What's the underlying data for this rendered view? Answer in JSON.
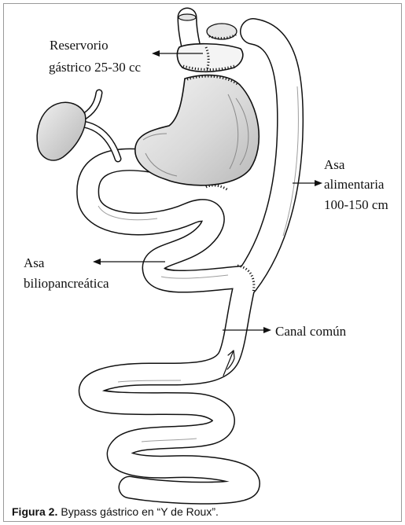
{
  "figure": {
    "labels": {
      "reservoir": {
        "line1": "Reservorio",
        "line2": "gástrico 25-30 cc"
      },
      "alimentary_limb": {
        "line1": "Asa",
        "line2": "alimentaria",
        "line3": "100-150 cm"
      },
      "biliopancreatic_limb": {
        "line1": "Asa",
        "line2": "biliopancreática"
      },
      "common_channel": {
        "line1": "Canal común"
      }
    },
    "caption": {
      "label": "Figura 2.",
      "text": "Bypass gástrico en “Y de Roux”."
    }
  },
  "colors": {
    "ink": "#111111",
    "frame": "#9a9a9a",
    "shade_light": "#f2f2f2",
    "shade_dark": "#bdbdbd"
  }
}
